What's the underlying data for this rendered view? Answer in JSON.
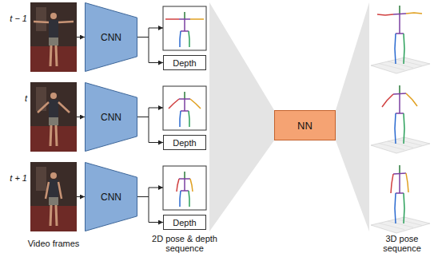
{
  "diagram": {
    "nodes": [
      {
        "text": [
          "CNN"
        ]
      },
      {
        "text": [
          "Depth"
        ]
      },
      {
        "text": [
          "CNN"
        ]
      },
      {
        "text": [
          "Depth"
        ]
      },
      {
        "text": [
          "CNN"
        ]
      },
      {
        "text": [
          "Depth"
        ]
      },
      {
        "text": [
          "NN"
        ]
      }
    ],
    "edges": [
      {
        "from": 0,
        "to": 1,
        "arrow": "to"
      },
      {
        "from": 2,
        "to": 3,
        "arrow": "to"
      },
      {
        "from": 4,
        "to": 5,
        "arrow": "to"
      }
    ],
    "labels": [
      "t − 1",
      "t",
      "t + 1",
      "Video frames",
      "2D pose & depth sequence",
      "3D pose sequence"
    ]
  }
}
